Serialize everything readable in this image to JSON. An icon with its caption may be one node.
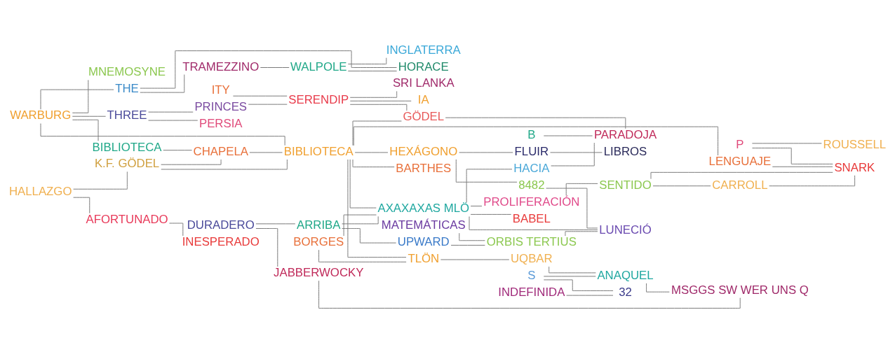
{
  "diagram": {
    "nodes": [
      {
        "text": [
          "ITY"
        ]
      },
      {
        "text": [
          "WARBURG"
        ]
      },
      {
        "text": [
          "THREE"
        ]
      },
      {
        "text": [
          "PRINCES"
        ]
      },
      {
        "text": [
          "HALLAZGO"
        ]
      },
      {
        "text": [
          "MNEMOSYNE"
        ]
      },
      {
        "text": [
          "BIBLIOTECA"
        ]
      },
      {
        "text": [
          "THE"
        ]
      },
      {
        "text": [
          "SERENDIP"
        ]
      },
      {
        "text": [
          "SRI LANKA"
        ]
      },
      {
        "text": [
          "AFORTUNADO"
        ]
      },
      {
        "text": [
          "IA"
        ]
      },
      {
        "text": [
          "TRAMEZZINO"
        ]
      },
      {
        "text": [
          "PERSIA"
        ]
      },
      {
        "text": [
          "WALPOLE"
        ]
      },
      {
        "text": [
          "INGLATERRA"
        ]
      },
      {
        "text": [
          "HORACE"
        ]
      },
      {
        "text": [
          "INESPERADO"
        ]
      },
      {
        "text": [
          "CHAPELA"
        ]
      },
      {
        "text": [
          "K.F. GÖDEL"
        ]
      },
      {
        "text": [
          "BIBLIOTECA"
        ]
      },
      {
        "text": [
          "HEXÁGONO"
        ]
      },
      {
        "text": [
          "DURADERO"
        ]
      },
      {
        "text": [
          "BORGES"
        ]
      },
      {
        "text": [
          "ARRIBA"
        ]
      },
      {
        "text": [
          "S"
        ]
      },
      {
        "text": [
          "P"
        ]
      },
      {
        "text": [
          "FLUIR"
        ]
      },
      {
        "text": [
          "INDEFINIDA"
        ]
      },
      {
        "text": [
          "AXAXAXAS MLÖ"
        ]
      },
      {
        "text": [
          "TLÖN"
        ]
      },
      {
        "text": [
          "32"
        ]
      },
      {
        "text": [
          "UQBAR"
        ]
      },
      {
        "text": [
          "JABBERWOCKY"
        ]
      },
      {
        "text": [
          "8482"
        ]
      },
      {
        "text": [
          "UPWARD"
        ]
      },
      {
        "text": [
          "MATEMÁTICAS"
        ]
      },
      {
        "text": [
          "BABEL"
        ]
      },
      {
        "text": [
          "LENGUAJE"
        ]
      },
      {
        "text": [
          "LIBROS"
        ]
      },
      {
        "text": [
          "B"
        ]
      },
      {
        "text": [
          "GÖDEL"
        ]
      },
      {
        "text": [
          "ORBIS TERTIUS"
        ]
      },
      {
        "text": [
          "BARTHES"
        ]
      },
      {
        "text": [
          "HACIA"
        ]
      },
      {
        "text": [
          "ANAQUEL"
        ]
      },
      {
        "text": [
          "ROUSSELL"
        ]
      },
      {
        "text": [
          "PROLIFERACIÓN"
        ]
      },
      {
        "text": [
          "PARADOJA"
        ]
      },
      {
        "text": [
          "LUNECIÓ"
        ]
      },
      {
        "text": [
          "SENTIDO"
        ]
      },
      {
        "text": [
          "CARROLL"
        ]
      },
      {
        "text": [
          "SNARK"
        ]
      },
      {
        "text": [
          "MSGGS SW WER UNS Q"
        ]
      }
    ],
    "edges": [
      {
        "from": 0,
        "to": 8,
        "arrow": "none"
      },
      {
        "from": 2,
        "to": 13,
        "arrow": "none"
      },
      {
        "from": 1,
        "to": 5,
        "arrow": "none"
      },
      {
        "from": 1,
        "to": 6,
        "arrow": "none"
      },
      {
        "from": 1,
        "to": 20,
        "arrow": "none"
      },
      {
        "from": 1,
        "to": 7,
        "arrow": "none"
      },
      {
        "from": 1,
        "to": 2,
        "arrow": "none"
      },
      {
        "from": 2,
        "to": 3,
        "arrow": "none"
      },
      {
        "from": 3,
        "to": 8,
        "arrow": "none"
      },
      {
        "from": 4,
        "to": 19,
        "arrow": "none"
      },
      {
        "from": 4,
        "to": 10,
        "arrow": "none"
      },
      {
        "from": 8,
        "to": 9,
        "arrow": "none"
      },
      {
        "from": 8,
        "to": 11,
        "arrow": "none"
      },
      {
        "from": 8,
        "to": 41,
        "arrow": "none"
      },
      {
        "from": 7,
        "to": 12,
        "arrow": "none"
      },
      {
        "from": 7,
        "to": 16,
        "arrow": "none"
      },
      {
        "from": 6,
        "to": 18,
        "arrow": "none"
      },
      {
        "from": 10,
        "to": 17,
        "arrow": "none"
      },
      {
        "from": 12,
        "to": 14,
        "arrow": "none"
      },
      {
        "from": 14,
        "to": 15,
        "arrow": "none"
      },
      {
        "from": 14,
        "to": 16,
        "arrow": "none"
      },
      {
        "from": 19,
        "to": 18,
        "arrow": "none"
      },
      {
        "from": 19,
        "to": 20,
        "arrow": "none"
      },
      {
        "from": 18,
        "to": 20,
        "arrow": "none"
      },
      {
        "from": 20,
        "to": 21,
        "arrow": "none"
      },
      {
        "from": 20,
        "to": 38,
        "arrow": "none"
      },
      {
        "from": 20,
        "to": 29,
        "arrow": "none"
      },
      {
        "from": 20,
        "to": 30,
        "arrow": "none"
      },
      {
        "from": 20,
        "to": 41,
        "arrow": "none"
      },
      {
        "from": 20,
        "to": 43,
        "arrow": "none"
      },
      {
        "from": 21,
        "to": 34,
        "arrow": "none"
      },
      {
        "from": 21,
        "to": 27,
        "arrow": "none"
      },
      {
        "from": 22,
        "to": 24,
        "arrow": "none"
      },
      {
        "from": 22,
        "to": 33,
        "arrow": "none"
      },
      {
        "from": 23,
        "to": 30,
        "arrow": "none"
      },
      {
        "from": 23,
        "to": 29,
        "arrow": "none"
      },
      {
        "from": 24,
        "to": 29,
        "arrow": "none"
      },
      {
        "from": 24,
        "to": 35,
        "arrow": "none"
      },
      {
        "from": 25,
        "to": 31,
        "arrow": "none"
      },
      {
        "from": 25,
        "to": 45,
        "arrow": "none"
      },
      {
        "from": 26,
        "to": 52,
        "arrow": "none"
      },
      {
        "from": 26,
        "to": 46,
        "arrow": "none"
      },
      {
        "from": 27,
        "to": 39,
        "arrow": "none"
      },
      {
        "from": 28,
        "to": 31,
        "arrow": "none"
      },
      {
        "from": 29,
        "to": 37,
        "arrow": "none"
      },
      {
        "from": 29,
        "to": 44,
        "arrow": "none"
      },
      {
        "from": 29,
        "to": 47,
        "arrow": "none"
      },
      {
        "from": 29,
        "to": 49,
        "arrow": "none"
      },
      {
        "from": 30,
        "to": 32,
        "arrow": "none"
      },
      {
        "from": 32,
        "to": 45,
        "arrow": "none"
      },
      {
        "from": 33,
        "to": 53,
        "arrow": "none"
      },
      {
        "from": 42,
        "to": 49,
        "arrow": "none"
      },
      {
        "from": 41,
        "to": 48,
        "arrow": "none"
      },
      {
        "from": 44,
        "to": 48,
        "arrow": "none"
      },
      {
        "from": 47,
        "to": 50,
        "arrow": "none"
      },
      {
        "from": 50,
        "to": 51,
        "arrow": "none"
      },
      {
        "from": 50,
        "to": 52,
        "arrow": "none"
      },
      {
        "from": 51,
        "to": 52,
        "arrow": "none"
      },
      {
        "from": 38,
        "to": 52,
        "arrow": "none"
      },
      {
        "from": 34,
        "to": 49,
        "arrow": "none"
      },
      {
        "from": 35,
        "to": 42,
        "arrow": "none"
      },
      {
        "from": 36,
        "to": 42,
        "arrow": "none"
      },
      {
        "from": 40,
        "to": 48,
        "arrow": "none"
      },
      {
        "from": 45,
        "to": 53,
        "arrow": "none"
      }
    ]
  }
}
